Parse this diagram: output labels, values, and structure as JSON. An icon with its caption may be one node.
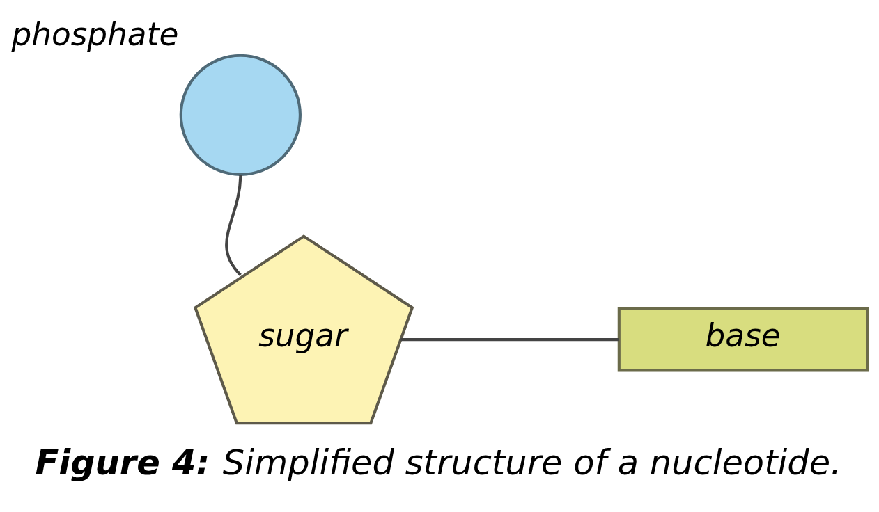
{
  "diagram": {
    "caption": "**Figure 4:** Simplified structure of a nucleotide.",
    "nodes": [
      {
        "text": [],
        "shape": "circle",
        "beside": [
          "phosphate"
        ]
      },
      {
        "text": [
          "sugar"
        ]
      },
      {
        "text": [
          "base"
        ]
      }
    ],
    "edges": [
      {
        "from": 0,
        "to": 1,
        "arrow": "none"
      },
      {
        "from": 1,
        "to": 2,
        "arrow": "none"
      }
    ]
  }
}
